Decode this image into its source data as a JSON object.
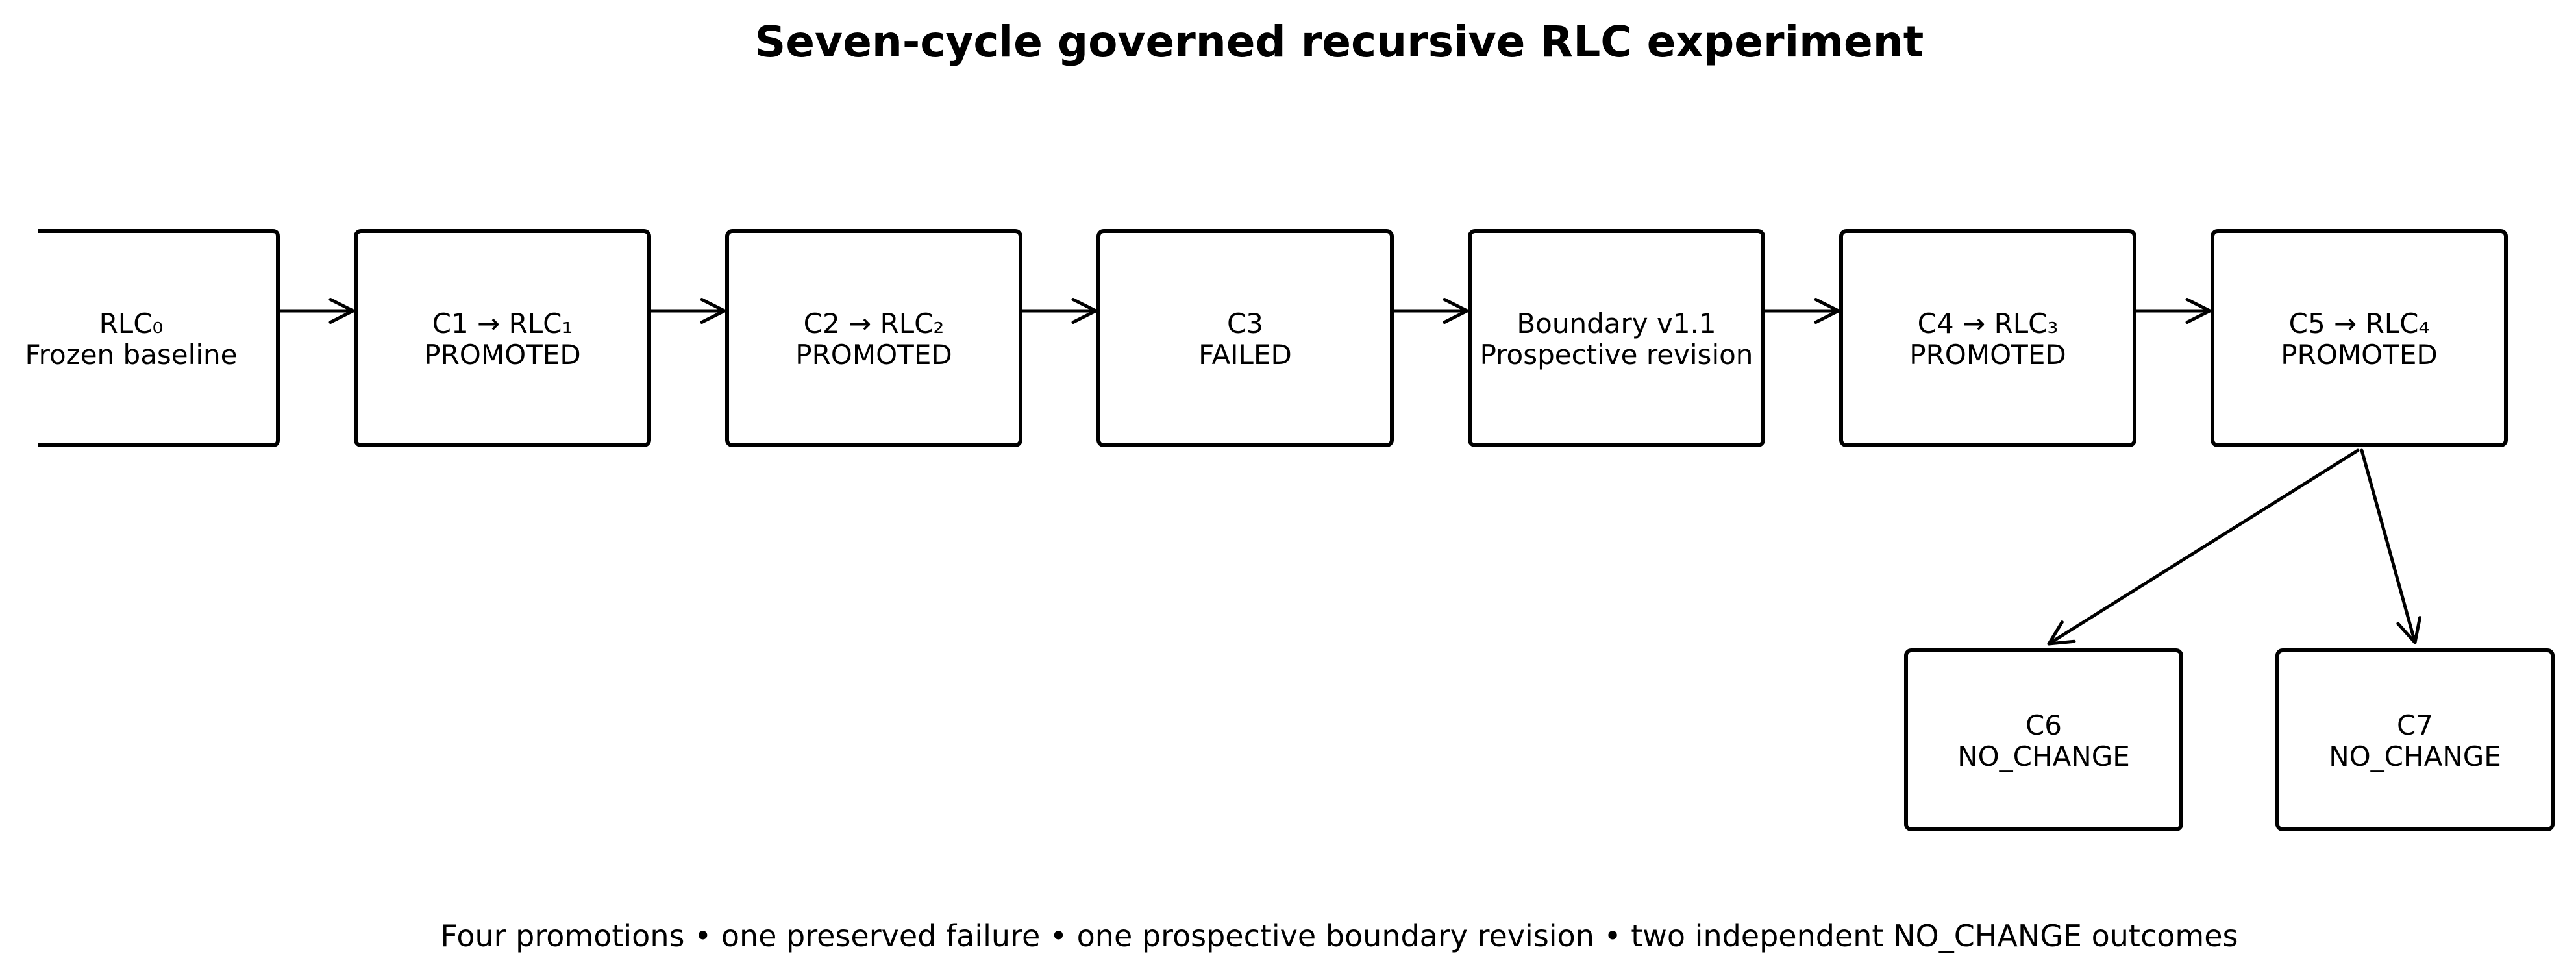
{
  "title": "Seven-cycle governed recursive RLC experiment",
  "footer": "Four promotions • one preserved failure • one prospective boundary revision • two independent NO_CHANGE outcomes",
  "nodes": [
    {
      "id": "rlc0",
      "line1": "RLC₀",
      "line2": "Frozen baseline"
    },
    {
      "id": "c1",
      "line1": "C1 → RLC₁",
      "line2": "PROMOTED"
    },
    {
      "id": "c2",
      "line1": "C2 → RLC₂",
      "line2": "PROMOTED"
    },
    {
      "id": "c3",
      "line1": "C3",
      "line2": "FAILED"
    },
    {
      "id": "boundary",
      "line1": "Boundary v1.1",
      "line2": "Prospective revision"
    },
    {
      "id": "c4",
      "line1": "C4 → RLC₃",
      "line2": "PROMOTED"
    },
    {
      "id": "c5",
      "line1": "C5 → RLC₄",
      "line2": "PROMOTED"
    },
    {
      "id": "c6",
      "line1": "C6",
      "line2": "NO_CHANGE"
    },
    {
      "id": "c7",
      "line1": "C7",
      "line2": "NO_CHANGE"
    }
  ],
  "edges": [
    {
      "from": "rlc0",
      "to": "c1"
    },
    {
      "from": "c1",
      "to": "c2"
    },
    {
      "from": "c2",
      "to": "c3"
    },
    {
      "from": "c3",
      "to": "boundary"
    },
    {
      "from": "boundary",
      "to": "c4"
    },
    {
      "from": "c4",
      "to": "c5"
    },
    {
      "from": "c5",
      "to": "c6"
    },
    {
      "from": "c5",
      "to": "c7"
    }
  ]
}
